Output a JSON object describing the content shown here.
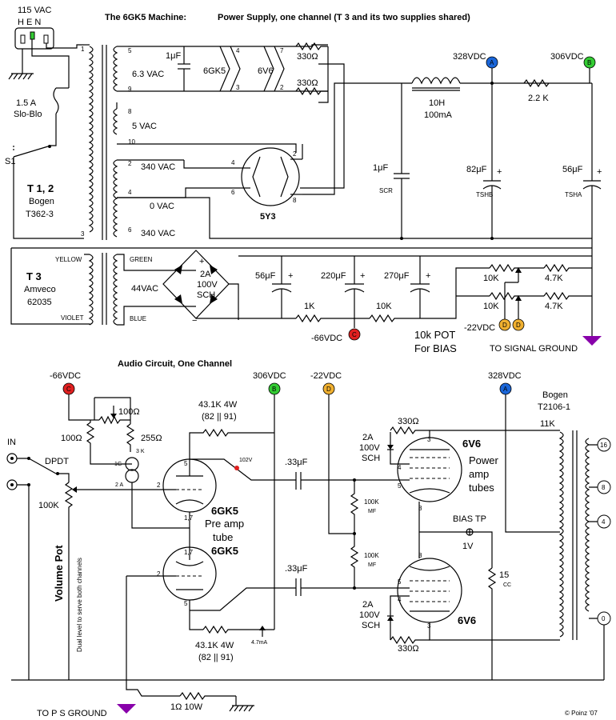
{
  "title": "The 6GK5 Machine:",
  "subtitle": "Power Supply, one channel  (T 3 and its two supplies shared)",
  "audio_title": "Audio Circuit, One Channel",
  "colors": {
    "node_a": "#1a66d9",
    "node_b": "#33cc33",
    "node_c": "#e02020",
    "node_d": "#f0b030",
    "ground": "#8800aa",
    "yellow": "#d4a000",
    "green": "#00a000",
    "violet": "#9900cc",
    "blue": "#0000cc"
  },
  "mains": {
    "voltage": "115 VAC",
    "plug_pins": "H   E   N",
    "fuse": "1.5 A",
    "fuse_type": "Slo-Blo",
    "switch": "S1"
  },
  "t12": {
    "name": "T 1, 2",
    "maker": "Bogen",
    "part": "T362-3",
    "pin_prim_top": "1",
    "pin_prim_bot": "3",
    "fil_pins": [
      "5",
      "6.3 VAC",
      "9"
    ],
    "rect_fil_pins": [
      "8",
      "5 VAC",
      "10"
    ],
    "hv_top": "340 VAC",
    "hv_ct": "0 VAC",
    "hv_bot": "340 VAC",
    "hv_pins": [
      "2",
      "4",
      "6"
    ]
  },
  "heaters": {
    "cap": "1μF",
    "tube1": "6GK5",
    "tube2": "6V6",
    "pins1": [
      "3",
      "4"
    ],
    "pins2": [
      "2",
      "7"
    ],
    "res_top": "330Ω",
    "res_bot": "330Ω"
  },
  "rectifier": {
    "name": "5Y3",
    "pin_left_top": "4",
    "pin_left_bot": "6",
    "pin_right_top": "2",
    "pin_right_bot": "8"
  },
  "hv_filter": {
    "choke": "10H",
    "choke_current": "100mA",
    "cap1": "1μF",
    "cap1_label": "SCR",
    "cap2": "82μF",
    "cap2_label": "TSHB",
    "res": "2.2 K",
    "cap3": "56μF",
    "cap3_label": "TSHA",
    "v_a": "328VDC",
    "v_b": "306VDC",
    "node_a": "A",
    "node_b": "B"
  },
  "t3": {
    "name": "T 3",
    "maker": "Amveco",
    "part": "62035",
    "yellow": "YELLOW",
    "violet": "VIOLET",
    "green": "GREEN",
    "blue": "BLUE",
    "sec": "44VAC"
  },
  "bias": {
    "bridge": "2A",
    "bridge_v": "100V",
    "bridge_type": "SCH",
    "plus": "+",
    "minus": "−",
    "cap1": "56μF",
    "cap2": "220μF",
    "cap3": "270μF",
    "res1": "1K",
    "res2": "10K",
    "v_c": "-66VDC",
    "node_c": "C",
    "pot1": "10K",
    "pot2": "10K",
    "res3": "4.7K",
    "res4": "4.7K",
    "v_d": "-22VDC",
    "node_d": "D",
    "pot_note1": "10k POT",
    "pot_note2": "For BIAS",
    "ground": "TO SIGNAL GROUND"
  },
  "audio": {
    "v_c": "-66VDC",
    "v_b": "306VDC",
    "v_d": "-22VDC",
    "v_a": "328VDC",
    "in": "IN",
    "dpdt": "DPDT",
    "vol": "100K",
    "vol_label": "Volume Pot",
    "vol_note": "Dual level to serve both channels",
    "r_100a": "100Ω",
    "r_100b": "100Ω",
    "r_255": "255Ω",
    "lamp_1g": "1G",
    "lamp_3k": "3 K",
    "lamp_2a": "2 A",
    "plate_r_top": "43.1K 4W",
    "plate_r_top2": "(82 || 91)",
    "plate_r_bot": "43.1K 4W",
    "plate_r_bot2": "(82 || 91)",
    "v_plate": "102V",
    "cur": "4.7mA",
    "pre_tube": "6GK5",
    "pre_label1": "Pre amp",
    "pre_label2": "tube",
    "pre_tube2": "6GK5",
    "pin_5a": "5",
    "pin_2a": "2",
    "pin_17a": "1,7",
    "pin_17b": "1,7",
    "pin_2b": "2",
    "pin_5b": "5",
    "cap_top": ".33μF",
    "cap_bot": ".33μF",
    "grid_r1": "100K",
    "grid_r1b": "MF",
    "grid_r2": "100K",
    "grid_r2b": "MF",
    "sch_top": "2A",
    "sch_top2": "100V",
    "sch_top3": "SCH",
    "sch_bot": "2A",
    "sch_bot2": "100V",
    "sch_bot3": "SCH",
    "r330_top": "330Ω",
    "r330_bot": "330Ω",
    "pwr_tube": "6V6",
    "pwr_label1": "Power",
    "pwr_label2": "amp",
    "pwr_label3": "tubes",
    "pwr_tube2": "6V6",
    "pin3a": "3",
    "pin4a": "4",
    "pin5a": "5",
    "pin8a": "8",
    "pin8b": "8",
    "pin5b": "5",
    "pin4b": "4",
    "pin3b": "3",
    "bias_tp": "BIAS TP",
    "bias_v": "1V",
    "r15": "15",
    "r15b": "CC",
    "ot_maker": "Bogen",
    "ot_part": "T2106-1",
    "ot_imp": "11K",
    "tap16": "16",
    "tap8": "8",
    "tap4": "4",
    "tap0": "0",
    "r1": "1Ω  10W",
    "ps_ground": "TO P S GROUND",
    "copyright": "© Poinz '07"
  }
}
